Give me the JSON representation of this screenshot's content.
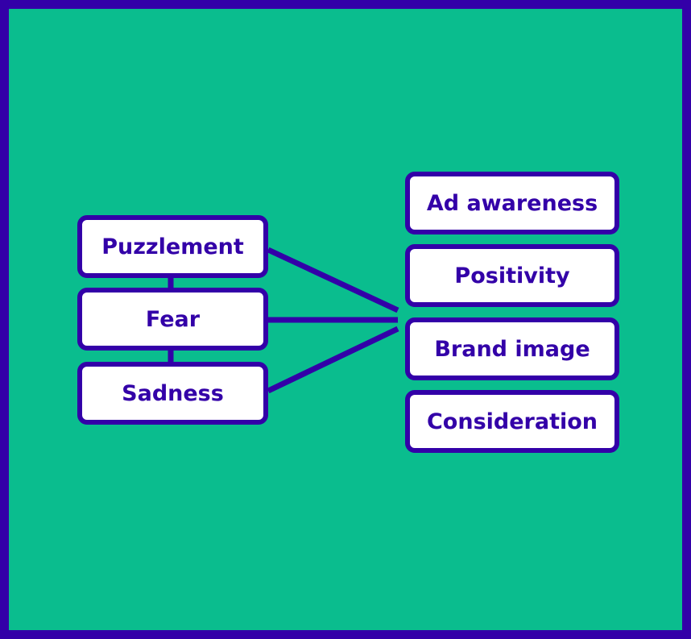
{
  "colors": {
    "background": "#0abd8e",
    "accent": "#3300a8",
    "box_fill": "#ffffff"
  },
  "diagram": {
    "emotions": [
      {
        "label": "Puzzlement"
      },
      {
        "label": "Fear"
      },
      {
        "label": "Sadness"
      }
    ],
    "outcomes": [
      {
        "label": "Ad awareness"
      },
      {
        "label": "Positivity"
      },
      {
        "label": "Brand image"
      },
      {
        "label": "Consideration"
      }
    ]
  }
}
